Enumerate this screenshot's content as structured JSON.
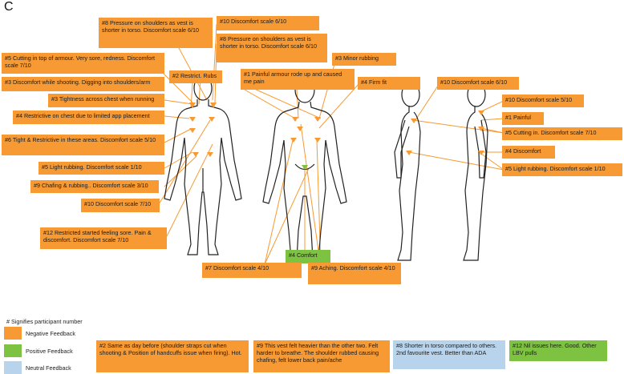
{
  "panel_label": "C",
  "colors": {
    "negative": "#F79A33",
    "positive": "#7DC241",
    "neutral": "#B8D4EC",
    "line": "#F79A33"
  },
  "callouts": {
    "c1": "#5 Cutting in top of armour. Very sore, redness. Discomfort scale 7/10",
    "c2": "#8 Pressure on shoulders as vest is shorter in torso. Discomfort scale 6/10",
    "c3": "#10 Discomfort scale 6/10",
    "c4": "#8 Pressure on shoulders as vest is shorter in torso. Discomfort scale 6/10",
    "c5": "#2 Restrict. Rubs",
    "c6": "#3 Minor rubbing",
    "c7": "#1 Painful armour rode up and caused me pain",
    "c8": "#3 Discomfort while shooting. Digging into shoulders/arm",
    "c9": "#4 Firm fit",
    "c10": "#10 Discomfort scale 6/10",
    "c11": "#3 Tightness across chest when running",
    "c12": "#10 Discomfort scale 5/10",
    "c13": "#4 Restrictive on chest due to limited app placement",
    "c14": "#1 Painful",
    "c15": "#5 Cutting in. Discomfort scale 7/10",
    "c16": "#6 Tight & Restrictive in these areas. Discomfort scale 5/10",
    "c17": "#4 Discomfort",
    "c18": "#5 Light rubbing. Discomfort scale 1/10",
    "c19": "#5 Light rubbing. Discomfort scale 1/10",
    "c20": "#9 Chafing & rubbing.. Discomfort scale 3/10",
    "c21": "#10 Discomfort scale 7/10",
    "c22": "#12 Restricted started feeling sore. Pain & discomfort. Discomfort scale 7/10",
    "c23": "#4 Comfort",
    "c24": "#7 Discomfort scale 4/10",
    "c25": "#9 Aching. Discomfort scale 4/10"
  },
  "legend": {
    "note": "# Signifies participant number",
    "negative": "Negative Feedback",
    "positive": "Positive Feedback",
    "neutral": "Neutral Feedback"
  },
  "comments": {
    "b1": "#2 Same as day before (shoulder straps cut when shooting & Position of handcuffs issue when firing). Hot.",
    "b2": "#9 This vest felt heavier than the other two. Felt harder to breathe. The shoulder rubbed causing chafing, felt lower back pain/ache",
    "b3": "#8 Shorter in torso compared to others. 2nd favourite vest. Better than ADA",
    "b4": "#12 Nil issues here. Good. Other LBV pulls"
  }
}
